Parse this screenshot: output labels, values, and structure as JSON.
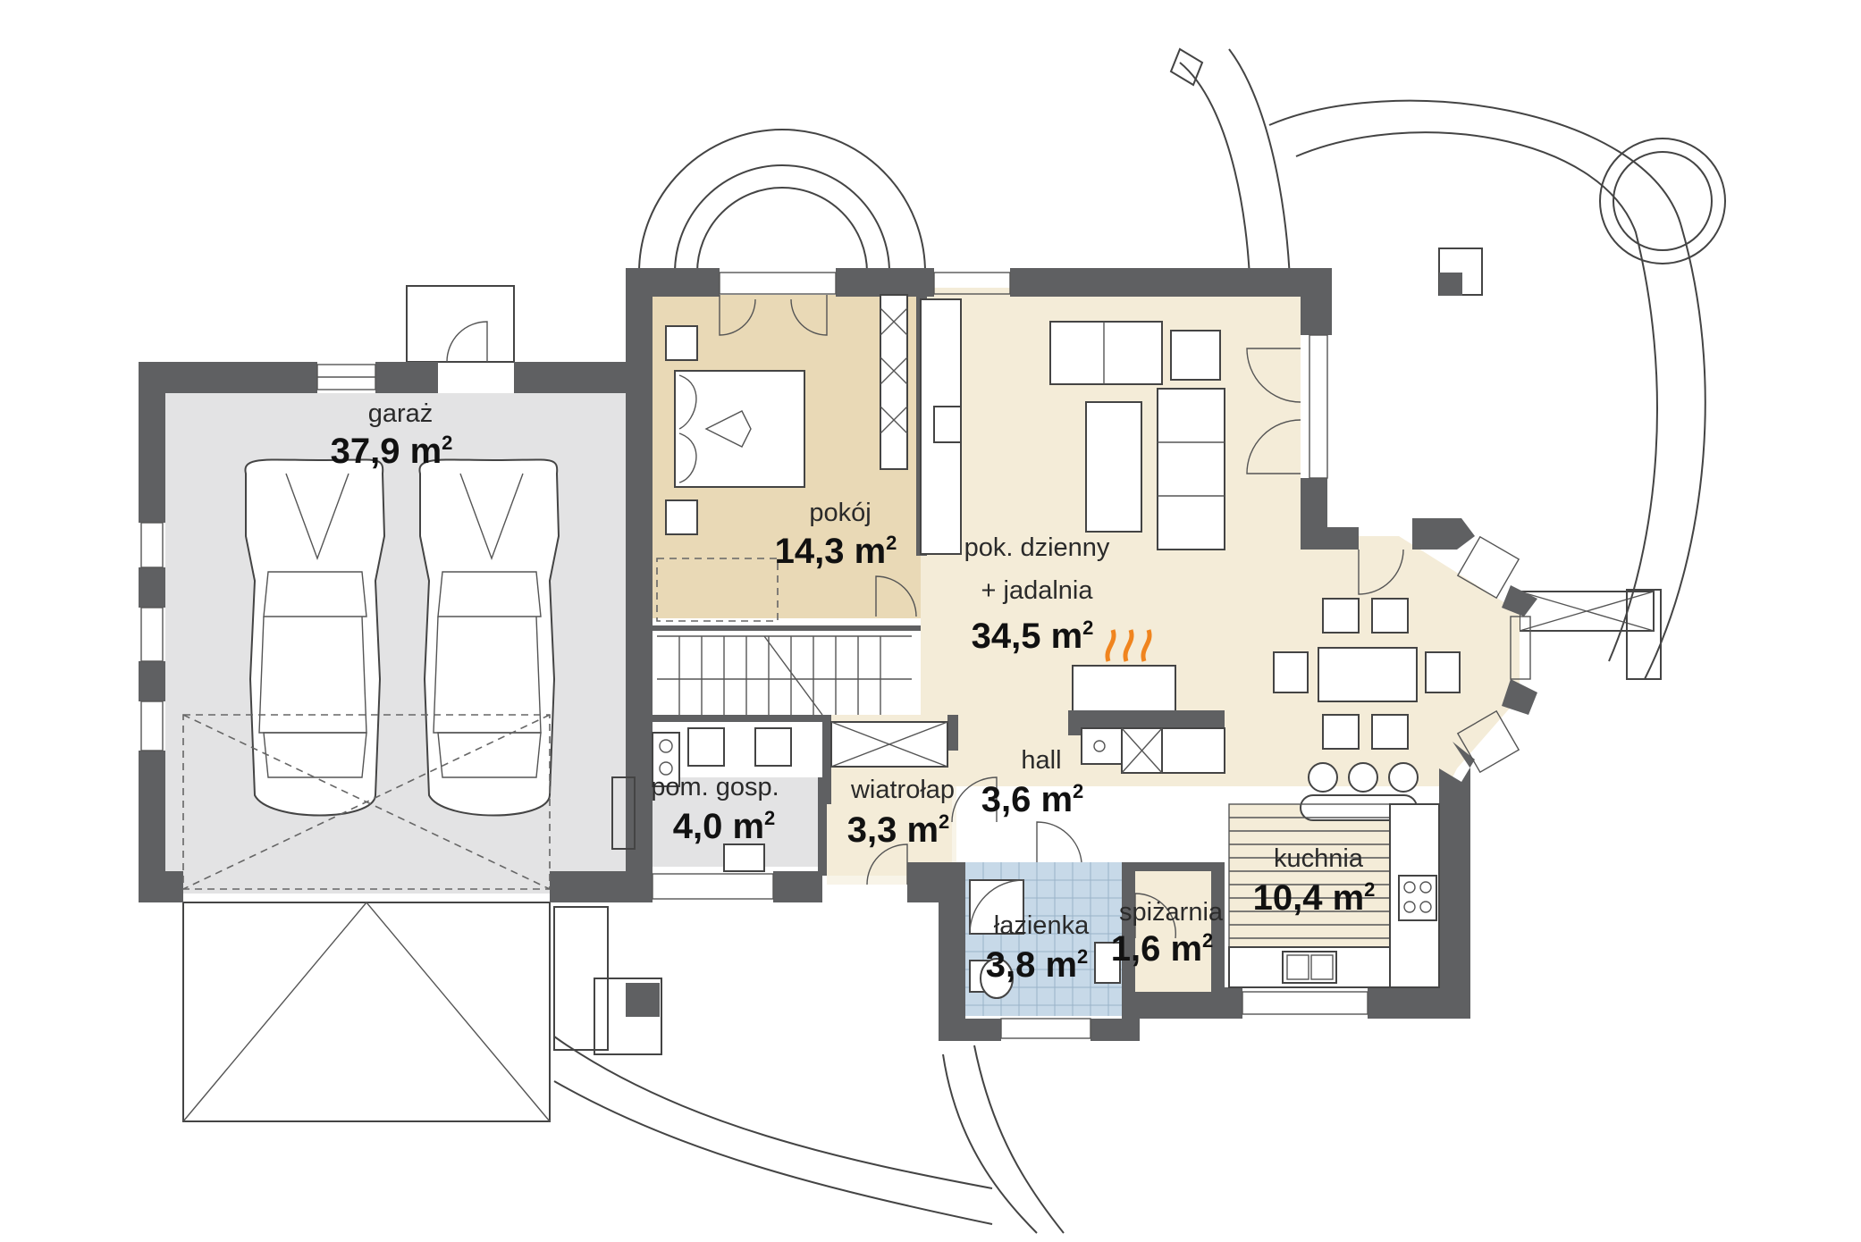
{
  "colors": {
    "wall": "#5f6062",
    "garage_floor": "#e3e3e4",
    "living_floor": "#f4ecd8",
    "bedroom_floor": "#e9d9b6",
    "bathroom_tile": "#c7d9e8",
    "flame": "#f0841e"
  },
  "rooms": [
    {
      "id": "garage",
      "name": "garaż",
      "area": "37,9 m",
      "unit_sup": "2"
    },
    {
      "id": "bedroom",
      "name": "pokój",
      "area": "14,3 m",
      "unit_sup": "2"
    },
    {
      "id": "living",
      "name_line1": "pok. dzienny",
      "name_line2": "+ jadalnia",
      "area": "34,5 m",
      "unit_sup": "2"
    },
    {
      "id": "hall",
      "name": "hall",
      "area": "3,6 m",
      "unit_sup": "2"
    },
    {
      "id": "vestibule",
      "name": "wiatrołap",
      "area": "3,3 m",
      "unit_sup": "2"
    },
    {
      "id": "utility",
      "name": "pom. gosp.",
      "area": "4,0 m",
      "unit_sup": "2"
    },
    {
      "id": "kitchen",
      "name": "kuchnia",
      "area": "10,4 m",
      "unit_sup": "2"
    },
    {
      "id": "bathroom",
      "name": "łazienka",
      "area": "3,8 m",
      "unit_sup": "2"
    },
    {
      "id": "pantry",
      "name": "spiżarnia",
      "area": "1,6 m",
      "unit_sup": "2"
    }
  ]
}
